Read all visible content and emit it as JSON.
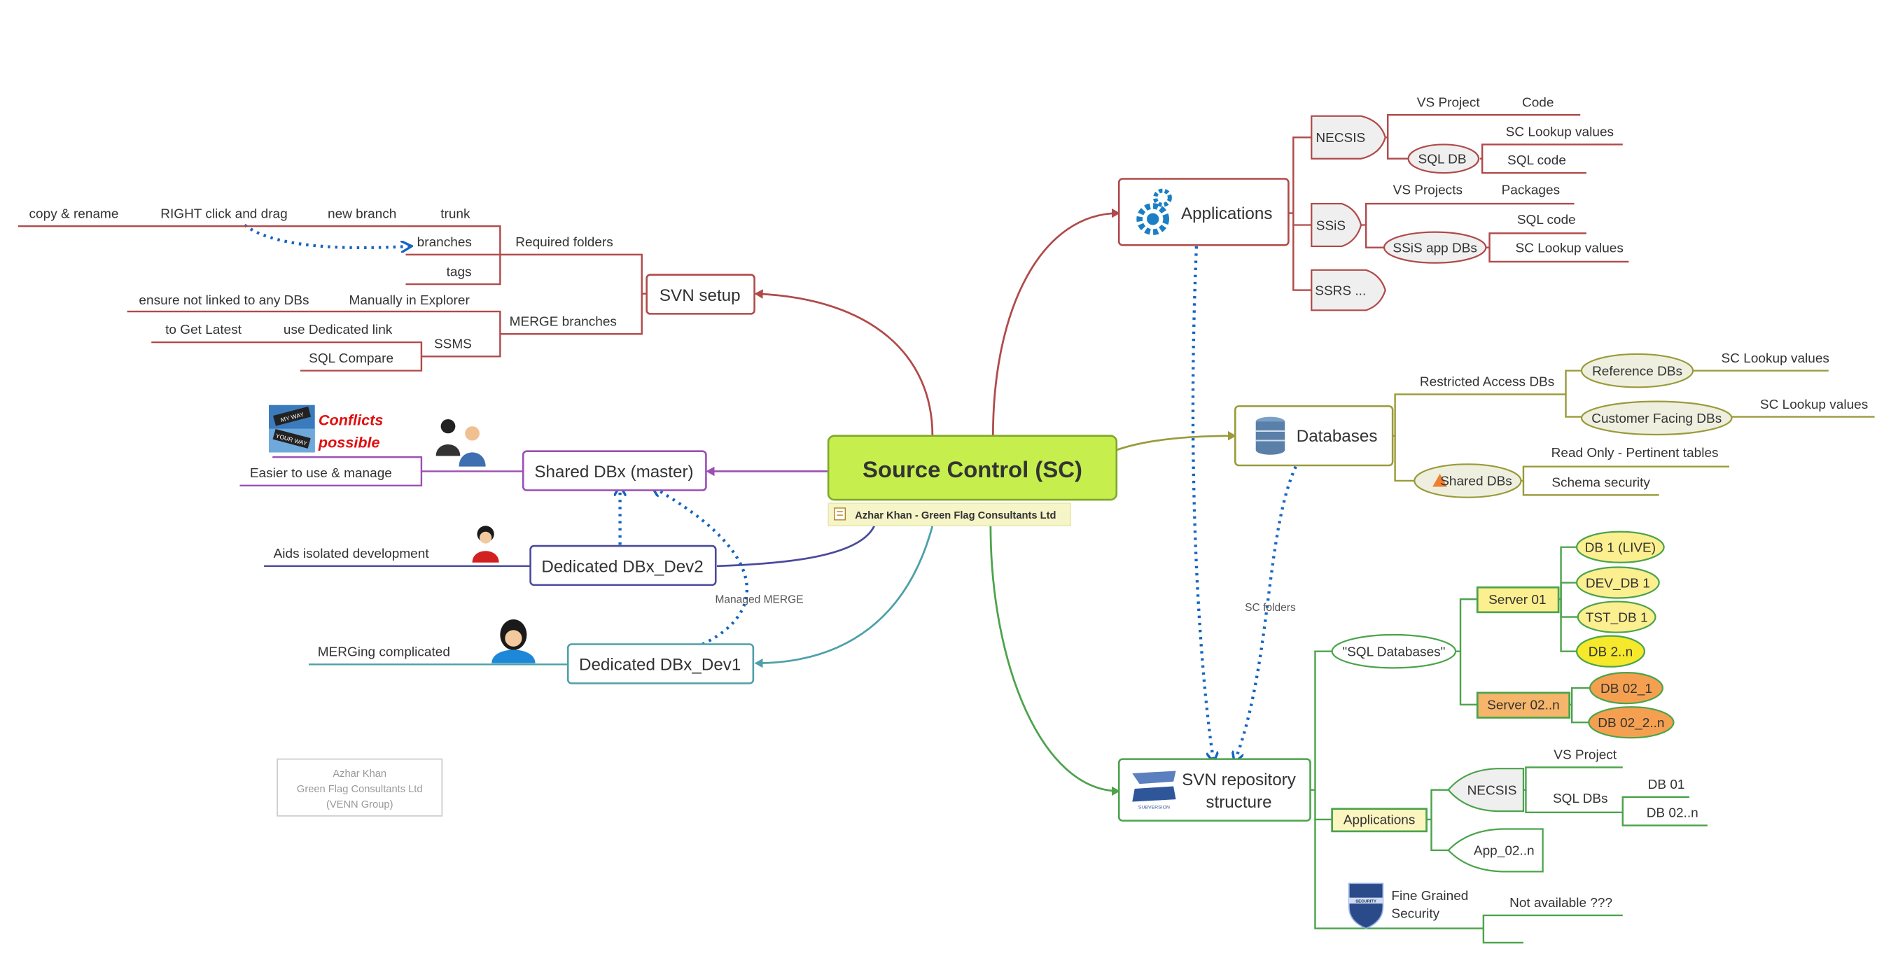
{
  "central": {
    "title": "Source Control (SC)",
    "author": "Azhar Khan - Green Flag Consultants Ltd"
  },
  "footer": {
    "line1": "Azhar Khan",
    "line2": "Green Flag Consultants Ltd",
    "line3": "(VENN Group)"
  },
  "svn_setup": {
    "label": "SVN setup",
    "required_folders": "Required folders",
    "trunk": "trunk",
    "branches": "branches",
    "tags": "tags",
    "new_branch": "new branch",
    "right_click": "RIGHT click and drag",
    "copy_rename": "copy & rename",
    "merge_branches": "MERGE branches",
    "manually": "Manually in Explorer",
    "ensure": "ensure not linked to any DBs",
    "ssms": "SSMS",
    "dedicated_link": "use Dedicated link",
    "get_latest": "to Get Latest",
    "sql_compare": "SQL Compare"
  },
  "shared": {
    "label": "Shared DBx (master)",
    "note": "Easier to use & manage",
    "conflicts1": "Conflicts",
    "conflicts2": "possible",
    "sign1": "MY WAY",
    "sign2": "YOUR WAY"
  },
  "dev2": {
    "label": "Dedicated DBx_Dev2",
    "note": "Aids isolated development"
  },
  "dev1": {
    "label": "Dedicated DBx_Dev1",
    "note": "MERGing complicated"
  },
  "managed_merge": "Managed MERGE",
  "sc_folders": "SC folders",
  "applications": {
    "label": "Applications",
    "necsis": "NECSIS",
    "vs_project": "VS Project",
    "code": "Code",
    "sql_db": "SQL DB",
    "sc_lookup": "SC Lookup values",
    "sql_code": "SQL code",
    "ssis": "SSiS",
    "vs_projects": "VS Projects",
    "packages": "Packages",
    "ssis_app_dbs": "SSiS app DBs",
    "ssis_sql_code": "SQL code",
    "ssis_lookup": "SC Lookup values",
    "ssrs": "SSRS ..."
  },
  "databases": {
    "label": "Databases",
    "restricted": "Restricted Access DBs",
    "reference": "Reference DBs",
    "ref_lookup": "SC Lookup values",
    "customer": "Customer Facing DBs",
    "cust_lookup": "SC Lookup values",
    "shared_dbs": "Shared DBs",
    "read_only": "Read Only - Pertinent tables",
    "schema": "Schema security"
  },
  "svn_repo": {
    "label1": "SVN repository",
    "label2": "structure",
    "sql_databases": "\"SQL Databases\"",
    "server01": "Server 01",
    "db1_live": "DB 1 (LIVE)",
    "dev_db1": "DEV_DB 1",
    "tst_db1": "TST_DB 1",
    "db2n": "DB 2..n",
    "server02": "Server 02..n",
    "db02_1": "DB 02_1",
    "db02_2n": "DB 02_2..n",
    "applications": "Applications",
    "necsis": "NECSIS",
    "vs_project": "VS Project",
    "sql_dbs": "SQL DBs",
    "db01": "DB 01",
    "db02n": "DB 02..n",
    "app02n": "App_02..n",
    "fine1": "Fine Grained",
    "fine2": "Security",
    "not_available": "Not available ???",
    "shield": "SECURITY",
    "logo_text": "SUBVERSION"
  },
  "colors": {
    "central_fill": "#c6ef4e",
    "red_branch": "#b04a4a",
    "purple_branch": "#9b4fb4",
    "indigo_branch": "#4a4a9e",
    "teal_branch": "#4ea0a8",
    "olive_branch": "#9a9a3a",
    "green_branch": "#4ca34c",
    "dotted_link": "#1565c0"
  }
}
